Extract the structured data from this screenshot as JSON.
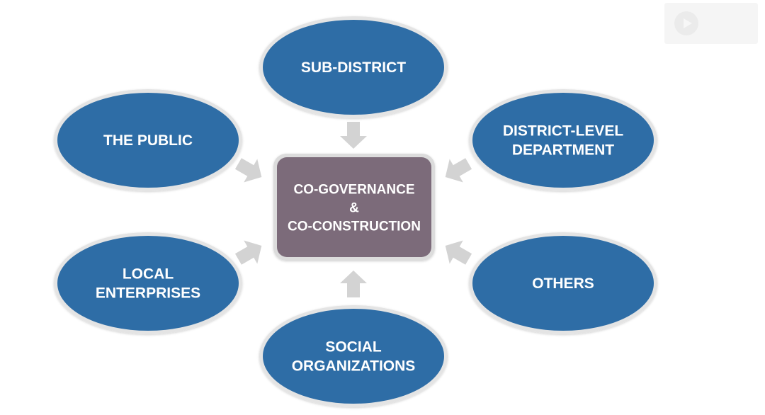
{
  "diagram": {
    "center": {
      "lines": [
        "CO-GOVERNANCE",
        "&",
        "CO-CONSTRUCTION"
      ]
    },
    "nodes": [
      {
        "id": "sub-district",
        "lines": [
          "SUB-DISTRICT"
        ]
      },
      {
        "id": "district-level-department",
        "lines": [
          "DISTRICT-LEVEL",
          "DEPARTMENT"
        ]
      },
      {
        "id": "others",
        "lines": [
          "OTHERS"
        ]
      },
      {
        "id": "social-organizations",
        "lines": [
          "SOCIAL",
          "ORGANIZATIONS"
        ]
      },
      {
        "id": "local-enterprises",
        "lines": [
          "LOCAL",
          "ENTERPRISES"
        ]
      },
      {
        "id": "the-public",
        "lines": [
          "THE PUBLIC"
        ]
      }
    ]
  },
  "colors": {
    "ellipse_fill": "#2e6da6",
    "ellipse_ring": "#e4e4e4",
    "center_fill": "#7c6b7a",
    "center_ring": "#dcdcdc",
    "arrow_fill": "#d3d3d3",
    "text": "#ffffff"
  },
  "watermark": {
    "icon": "play-icon"
  }
}
